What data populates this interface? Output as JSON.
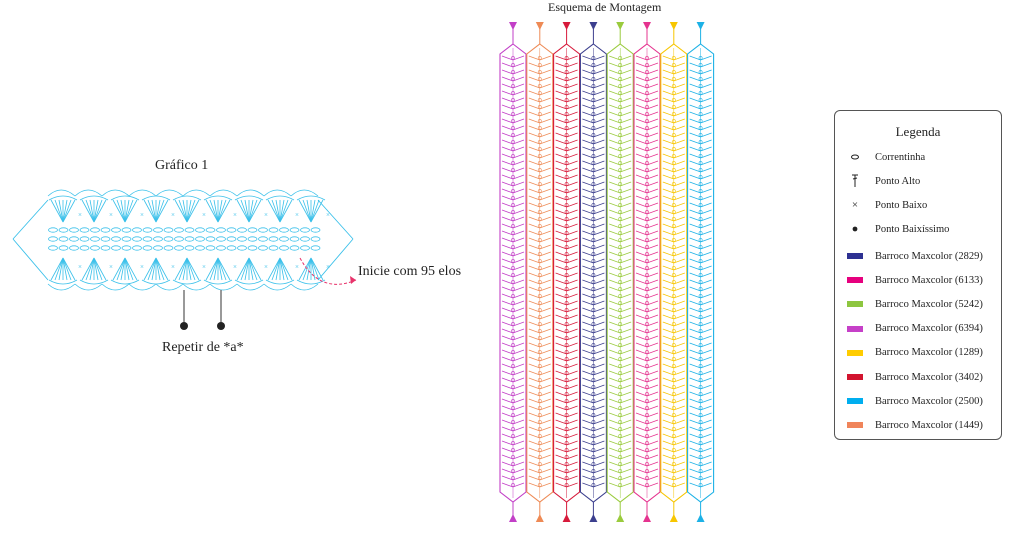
{
  "chart1": {
    "title": "Gráfico 1",
    "start_note": "Inicie com 95 elos",
    "repeat_note": "Repetir de *a*",
    "color": "#39c0ea"
  },
  "assembly": {
    "title": "Esquema de Montagem",
    "strip_colors": [
      "#c23fc7",
      "#ee8a55",
      "#d71a3b",
      "#3c3f8e",
      "#9acb3d",
      "#e5338f",
      "#f7c600",
      "#1cb1e6"
    ]
  },
  "legend": {
    "title": "Legenda",
    "symbols": [
      {
        "icon": "chain-stitch-icon",
        "label": "Correntinha"
      },
      {
        "icon": "double-crochet-icon",
        "label": "Ponto Alto"
      },
      {
        "icon": "single-crochet-icon",
        "label": "Ponto Baixo"
      },
      {
        "icon": "slip-stitch-icon",
        "label": "Ponto Baixíssimo"
      }
    ],
    "colors": [
      {
        "color": "#2e3192",
        "label": "Barroco Maxcolor (2829)"
      },
      {
        "color": "#e6007e",
        "label": "Barroco Maxcolor (6133)"
      },
      {
        "color": "#8dc63f",
        "label": "Barroco Maxcolor (5242)"
      },
      {
        "color": "#c640c8",
        "label": "Barroco Maxcolor (6394)"
      },
      {
        "color": "#ffcc00",
        "label": "Barroco Maxcolor (1289)"
      },
      {
        "color": "#d2142f",
        "label": "Barroco Maxcolor (3402)"
      },
      {
        "color": "#00aeef",
        "label": "Barroco Maxcolor (2500)"
      },
      {
        "color": "#f0845a",
        "label": "Barroco Maxcolor (1449)"
      }
    ]
  }
}
